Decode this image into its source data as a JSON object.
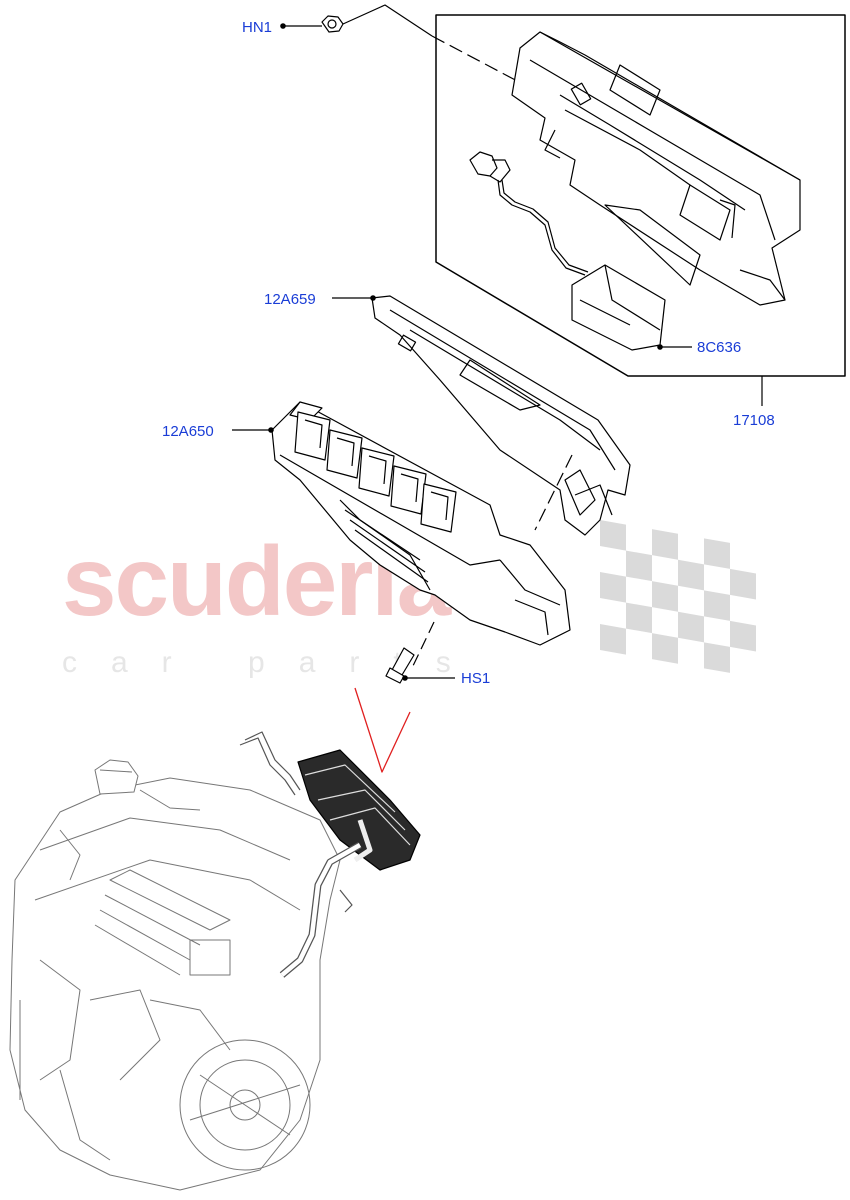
{
  "watermark": {
    "main_text": "scuderia",
    "sub_text": "car parts",
    "color": "#f3c7c7"
  },
  "callouts": {
    "hn1": "HN1",
    "p12a659": "12A659",
    "p8c636": "8C636",
    "p17108": "17108",
    "p12a650": "12A650",
    "hs1": "HS1"
  },
  "colors": {
    "callout_text": "#1a3dd6",
    "line": "#000000",
    "pointer": "#e02020",
    "checker": "#d4d4d4"
  }
}
